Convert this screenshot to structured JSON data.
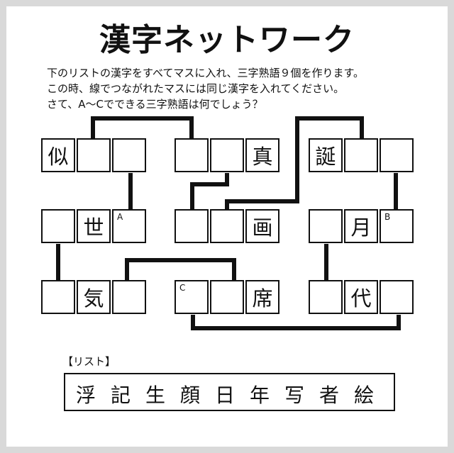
{
  "title": "漢字ネットワーク",
  "instructions": [
    "下のリストの漢字をすべてマスに入れ、三字熟語９個を作ります。",
    "この時、線でつながれたマスには同じ漢字を入れてください。",
    "さて、A～Cでできる三字熟語は何でしょう？"
  ],
  "grid": {
    "words": [
      {
        "id": "w1",
        "cells": [
          "似",
          "",
          ""
        ]
      },
      {
        "id": "w2",
        "cells": [
          "",
          "",
          "真"
        ]
      },
      {
        "id": "w3",
        "cells": [
          "誕",
          "",
          ""
        ]
      },
      {
        "id": "w4",
        "cells": [
          "",
          "世",
          ""
        ]
      },
      {
        "id": "w5",
        "cells": [
          "",
          "",
          "画"
        ]
      },
      {
        "id": "w6",
        "cells": [
          "",
          "月",
          ""
        ]
      },
      {
        "id": "w7",
        "cells": [
          "",
          "気",
          ""
        ]
      },
      {
        "id": "w8",
        "cells": [
          "",
          "",
          "席"
        ]
      },
      {
        "id": "w9",
        "cells": [
          "",
          "代",
          ""
        ]
      }
    ],
    "markers": {
      "A": "A",
      "B": "B",
      "C": "C"
    }
  },
  "list_label": "【リスト】",
  "list_items": [
    "浮",
    "記",
    "生",
    "顔",
    "日",
    "年",
    "写",
    "者",
    "絵"
  ]
}
